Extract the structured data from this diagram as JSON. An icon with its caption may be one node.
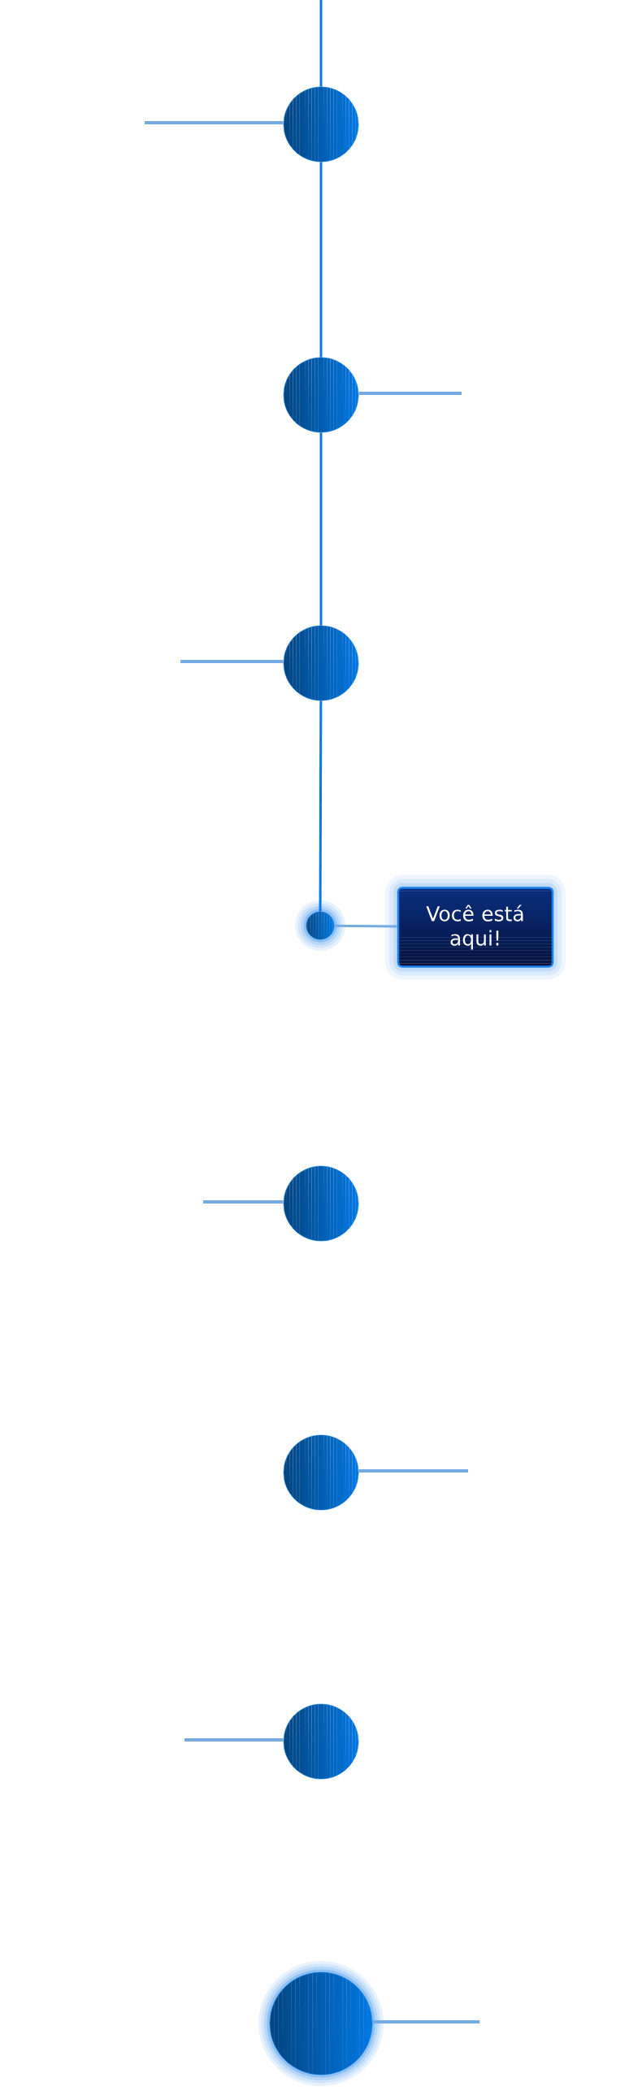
{
  "diagram": {
    "nodes": [
      {
        "text": [],
        "shape": "circle"
      },
      {
        "text": [],
        "shape": "circle"
      },
      {
        "text": [],
        "shape": "circle"
      },
      {
        "text": [],
        "shape": "circle"
      },
      {
        "text": [
          "Você está aqui!"
        ]
      },
      {
        "text": [],
        "shape": "circle"
      },
      {
        "text": [],
        "shape": "circle"
      },
      {
        "text": [],
        "shape": "circle"
      },
      {
        "text": [],
        "shape": "circle"
      }
    ],
    "edges": [
      {
        "from": null,
        "to": 0,
        "arrow": "none",
        "color": "#0a78e0"
      },
      {
        "from": 0,
        "to": 1,
        "arrow": "none",
        "color": "#0a78e0"
      },
      {
        "from": 1,
        "to": 2,
        "arrow": "none",
        "color": "#0a78e0"
      },
      {
        "from": 2,
        "to": 3,
        "arrow": "none",
        "color": "#0a78e0"
      },
      {
        "from": 3,
        "to": 4,
        "arrow": "none"
      },
      {
        "from": 0,
        "to": null,
        "arrow": "none"
      },
      {
        "from": 1,
        "to": null,
        "arrow": "none"
      },
      {
        "from": 2,
        "to": null,
        "arrow": "none"
      },
      {
        "from": 5,
        "to": null,
        "arrow": "none"
      },
      {
        "from": 6,
        "to": null,
        "arrow": "none"
      },
      {
        "from": 7,
        "to": null,
        "arrow": "none"
      },
      {
        "from": 8,
        "to": null,
        "arrow": "none"
      }
    ]
  }
}
